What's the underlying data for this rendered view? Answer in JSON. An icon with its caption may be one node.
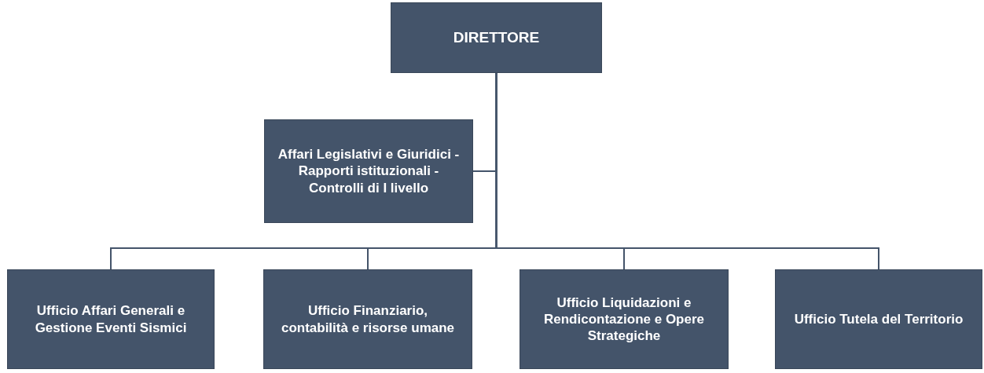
{
  "diagram": {
    "nodes": [
      {
        "text": [
          "DIRETTORE"
        ]
      },
      {
        "text": [
          "Affari Legislativi e Giuridici - Rapporti istituzionali - Controlli di I livello"
        ]
      },
      {
        "text": [
          "Ufficio Affari Generali e Gestione Eventi Sismici"
        ]
      },
      {
        "text": [
          "Ufficio Finanziario, contabilità e risorse umane"
        ]
      },
      {
        "text": [
          "Ufficio Liquidazioni e Rendicontazione e Opere Strategiche"
        ]
      },
      {
        "text": [
          "Ufficio Tutela del Territorio"
        ]
      }
    ],
    "edges": [
      {
        "from": 0,
        "to": 1,
        "arrow": "none"
      },
      {
        "from": 0,
        "to": 2,
        "arrow": "none"
      },
      {
        "from": 0,
        "to": 3,
        "arrow": "none"
      },
      {
        "from": 0,
        "to": 4,
        "arrow": "none"
      },
      {
        "from": 0,
        "to": 5,
        "arrow": "none"
      }
    ]
  }
}
